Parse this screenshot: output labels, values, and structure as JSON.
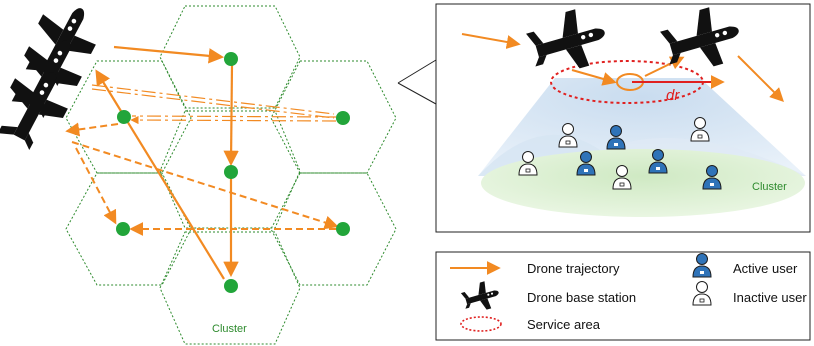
{
  "diagram": {
    "left_cluster_label": "Cluster",
    "right_cluster_label": "Cluster",
    "distance_label": "dr",
    "colors": {
      "trajectory": "#f28a22",
      "node": "#22a53a",
      "hex_border": "#2e8b2e",
      "service_area": "#e0201f",
      "active_user": "#2f73b8",
      "drone": "#111111",
      "cluster_label": "#2e8b2e"
    }
  },
  "legend": {
    "items": [
      {
        "label": "Drone trajectory",
        "icon": "orange-arrow-icon"
      },
      {
        "label": "Drone base station",
        "icon": "drone-icon"
      },
      {
        "label": "Service area",
        "icon": "dotted-ellipse-icon"
      },
      {
        "label": "Active user",
        "icon": "active-user-icon"
      },
      {
        "label": "Inactive user",
        "icon": "inactive-user-icon"
      }
    ]
  }
}
